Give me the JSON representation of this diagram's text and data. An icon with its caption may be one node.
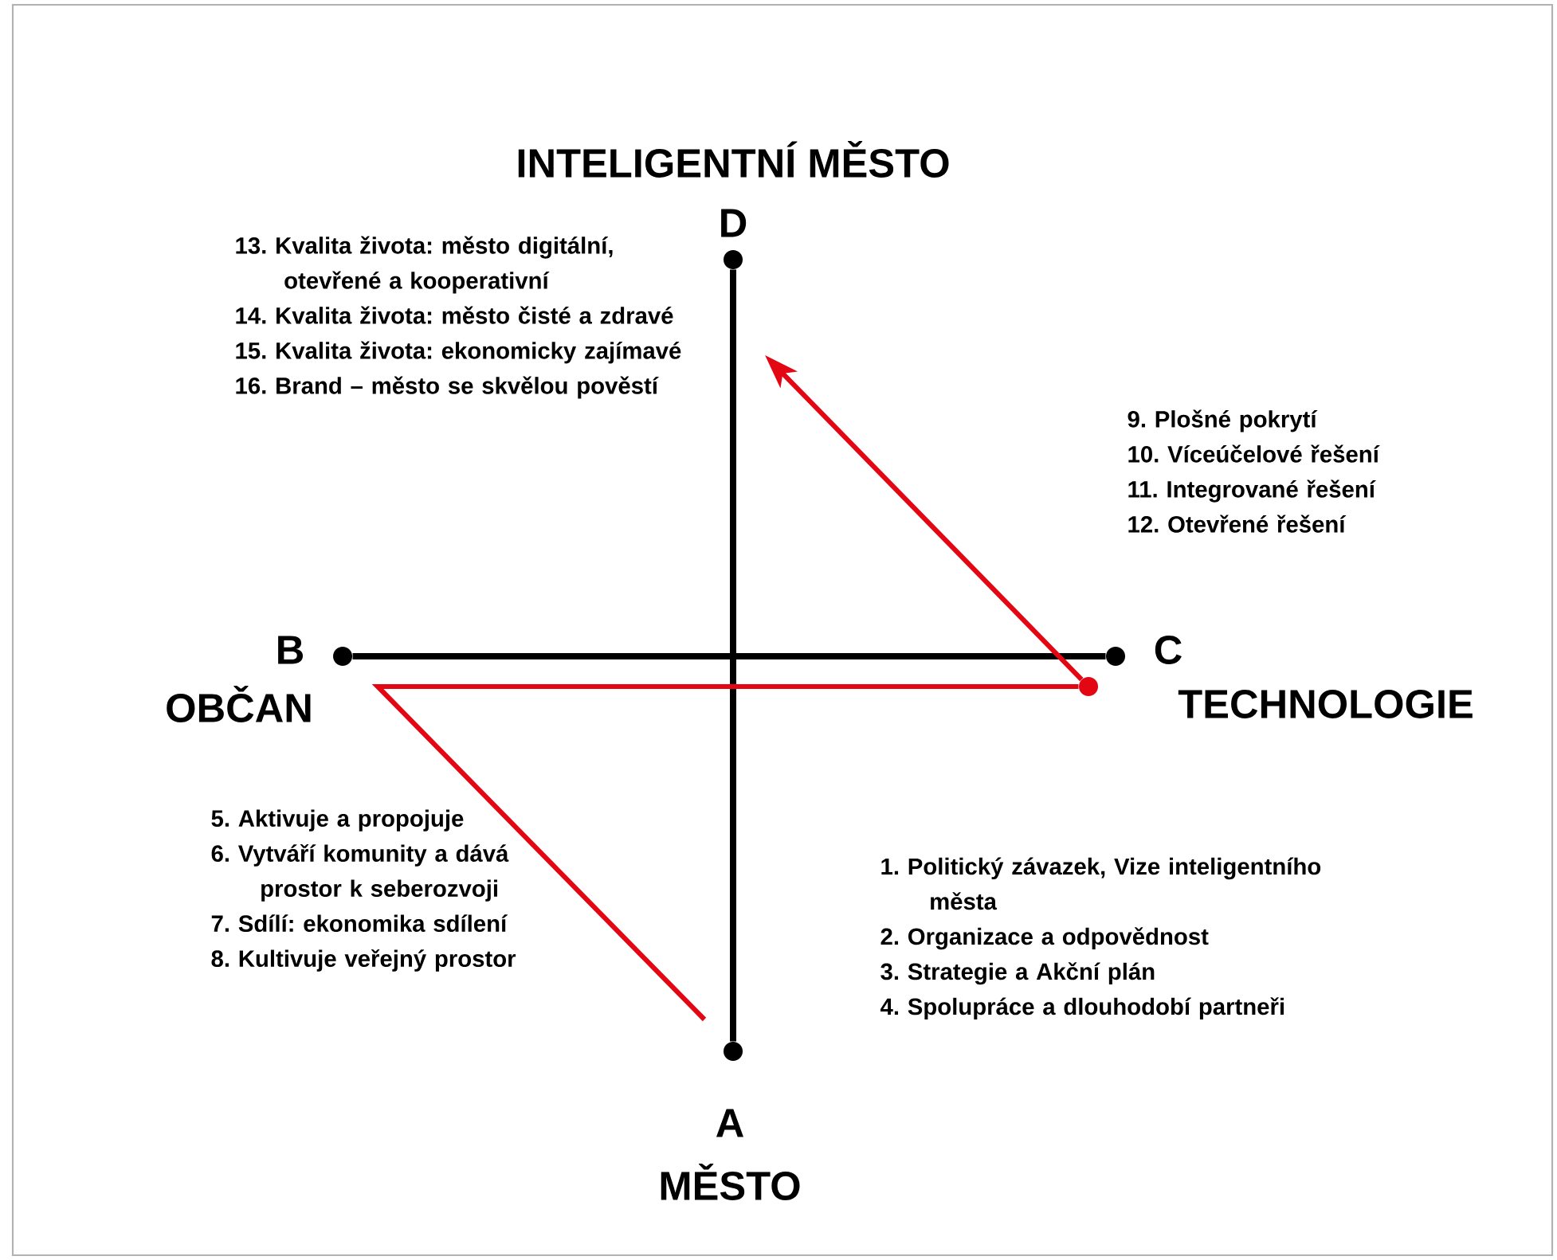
{
  "diagram": {
    "nodes": [
      {
        "text": [],
        "shape": "circle",
        "beside": [
          "INTELIGENTNÍ MĚSTO",
          "D"
        ]
      },
      {
        "text": [],
        "shape": "circle",
        "beside": [
          "B",
          "OBČAN"
        ]
      },
      {
        "text": [],
        "shape": "circle",
        "beside": [
          "C",
          "TECHNOLOGIE"
        ]
      },
      {
        "text": [],
        "shape": "circle",
        "beside": [
          "A",
          "MĚSTO"
        ]
      },
      {
        "text": [],
        "shape": "circle"
      }
    ],
    "edges": [
      {
        "from": 0,
        "to": 3,
        "arrow": "none"
      },
      {
        "from": 1,
        "to": 2,
        "arrow": "none"
      },
      {
        "from": null,
        "to": 4,
        "arrow": "none",
        "color": "#e30613"
      },
      {
        "from": 4,
        "to": null,
        "arrow": "to",
        "color": "#e30613"
      }
    ],
    "labels": [
      "13. Kvalita života: město digitální, otevřené a kooperativní",
      "14. Kvalita života: město čisté a zdravé",
      "15. Kvalita života: ekonomicky zajímavé",
      "16. Brand – město se skvělou pověstí",
      "9. Plošné pokrytí",
      "10. Víceúčelové řešení",
      "11. Integrované řešení",
      "12. Otevřené řešení",
      "5. Aktivuje a propojuje",
      "6. Vytváří komunity a dává prostor k seberozvoji",
      "7. Sdílí: ekonomika sdílení",
      "8. Kultivuje veřejný prostor",
      "1. Politický závazek, Vize inteligentního města",
      "2. Organizace a odpovědnost",
      "3. Strategie a Akční plán",
      "4. Spolupráce a dlouhodobí partneři"
    ]
  }
}
